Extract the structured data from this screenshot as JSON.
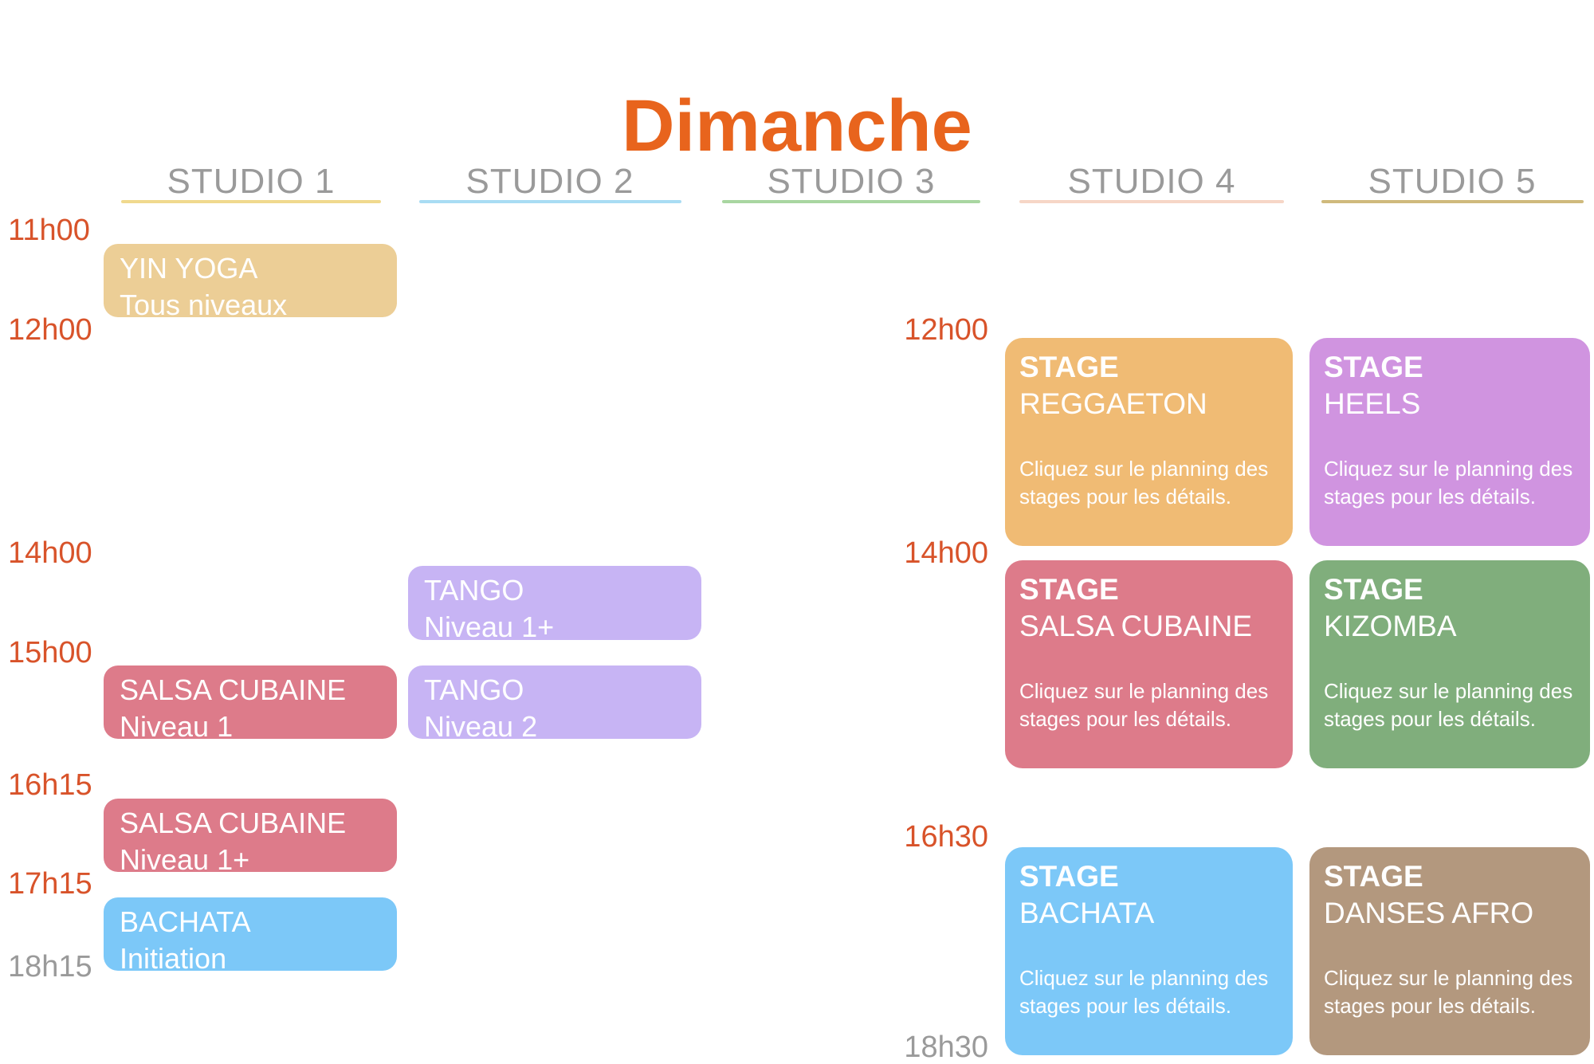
{
  "page": {
    "title": "Dimanche"
  },
  "colors": {
    "title": "#e8641d",
    "time_active": "#d8532a",
    "time_muted": "#9a9a9a",
    "studio_label": "#9a9a9a",
    "block_text": "#ffffff"
  },
  "studios": [
    {
      "label": "STUDIO 1",
      "underline_color": "#f0d98e"
    },
    {
      "label": "STUDIO 2",
      "underline_color": "#a9dcf3"
    },
    {
      "label": "STUDIO 3",
      "underline_color": "#a9d6a1"
    },
    {
      "label": "STUDIO 4",
      "underline_color": "#f6d6c6"
    },
    {
      "label": "STUDIO 5",
      "underline_color": "#cfba7c"
    }
  ],
  "left_times": [
    {
      "label": "11h00",
      "muted": false
    },
    {
      "label": "12h00",
      "muted": false
    },
    {
      "label": "14h00",
      "muted": false
    },
    {
      "label": "15h00",
      "muted": false
    },
    {
      "label": "16h15",
      "muted": false
    },
    {
      "label": "17h15",
      "muted": false
    },
    {
      "label": "18h15",
      "muted": true
    }
  ],
  "mid_times": [
    {
      "label": "12h00",
      "muted": false
    },
    {
      "label": "14h00",
      "muted": false
    },
    {
      "label": "16h30",
      "muted": false
    },
    {
      "label": "18h30",
      "muted": true
    }
  ],
  "classes": [
    {
      "studio": "STUDIO 1",
      "name": "YIN YOGA",
      "level": "Tous niveaux",
      "color": "#ecce96"
    },
    {
      "studio": "STUDIO 2",
      "name": "TANGO",
      "level": "Niveau 1+",
      "color": "#c7b4f4"
    },
    {
      "studio": "STUDIO 1",
      "name": "SALSA CUBAINE",
      "level": "Niveau 1",
      "color": "#dd7b8a"
    },
    {
      "studio": "STUDIO 2",
      "name": "TANGO",
      "level": "Niveau 2",
      "color": "#c7b4f4"
    },
    {
      "studio": "STUDIO 1",
      "name": "SALSA CUBAINE",
      "level": "Niveau 1+",
      "color": "#dd7b8a"
    },
    {
      "studio": "STUDIO 1",
      "name": "BACHATA",
      "level": "Initiation",
      "color": "#7cc8f8"
    }
  ],
  "stages": [
    {
      "studio": "STUDIO 4",
      "kind": "STAGE",
      "name": "REGGAETON",
      "note": "Cliquez sur le planning des stages pour les détails.",
      "color": "#f0bb74"
    },
    {
      "studio": "STUDIO 5",
      "kind": "STAGE",
      "name": "HEELS",
      "note": "Cliquez sur le planning des stages pour les détails.",
      "color": "#d094e0"
    },
    {
      "studio": "STUDIO 4",
      "kind": "STAGE",
      "name": "SALSA CUBAINE",
      "note": "Cliquez sur le planning des stages pour les détails.",
      "color": "#dd7b8a"
    },
    {
      "studio": "STUDIO 5",
      "kind": "STAGE",
      "name": "KIZOMBA",
      "note": "Cliquez sur le planning des stages pour les détails.",
      "color": "#80ae7c"
    },
    {
      "studio": "STUDIO 4",
      "kind": "STAGE",
      "name": "BACHATA",
      "note": "Cliquez sur le planning des stages pour les détails.",
      "color": "#7cc8f8"
    },
    {
      "studio": "STUDIO 5",
      "kind": "STAGE",
      "name": "DANSES AFRO",
      "note": "Cliquez sur le planning des stages pour les détails.",
      "color": "#b3987e"
    }
  ]
}
